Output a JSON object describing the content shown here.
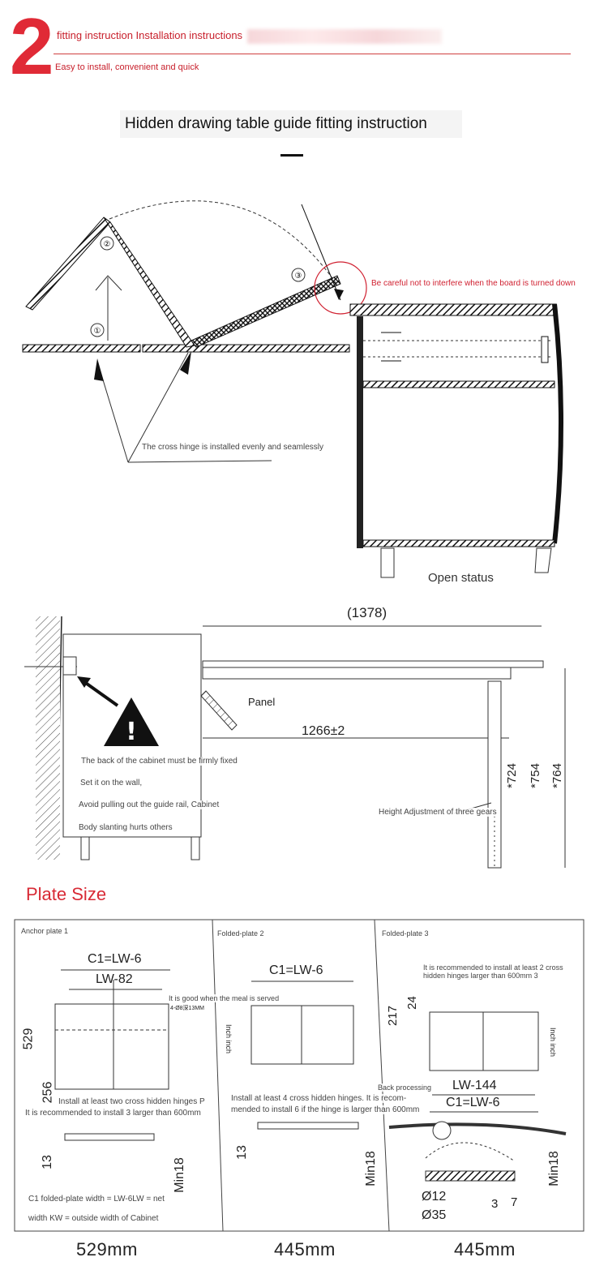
{
  "header": {
    "step_number": "2",
    "title": "fitting instruction Installation instructions",
    "subtitle": "Easy to install, convenient and quick"
  },
  "main_title": "Hidden drawing table guide fitting instruction",
  "diagram1": {
    "step_labels": [
      "①",
      "②",
      "③"
    ],
    "warning_note": "Be careful not to interfere when the board is turned down",
    "hinge_note": "The cross hinge is installed evenly and seamlessly",
    "status_label": "Open status"
  },
  "diagram2": {
    "dim_total": "(1378)",
    "dim_inner": "1266±2",
    "dim_heights": [
      "*724",
      "*754",
      "*764"
    ],
    "panel_label": "Panel",
    "notes": [
      "The back of the cabinet must be firmly fixed",
      "Set it on the wall,",
      "Avoid pulling out the guide rail, Cabinet",
      "Body slanting hurts others"
    ],
    "height_note": "Height Adjustment of three gears"
  },
  "plate_size": {
    "title": "Plate Size",
    "panels": [
      {
        "name": "Anchor plate 1",
        "dim_c1": "C1=LW-6",
        "dim_lw": "LW-82",
        "dim_h1": "529",
        "dim_h2": "256",
        "dim_t": "13",
        "dim_min": "Min18",
        "note_meal": "It is good when the meal is served",
        "note_small": "4-Ø8深13MM",
        "note_hinges": "Install at least two cross hidden hinges P",
        "note_recommend": "It is recommended to install 3 larger than 600mm",
        "footer_1": "C1 folded-plate width = LW-6LW = net",
        "footer_2": "width KW = outside width of Cabinet",
        "size": "529mm"
      },
      {
        "name": "Folded-plate 2",
        "dim_c1": "C1=LW-6",
        "inch_label": "Inch inch",
        "dim_t": "13",
        "dim_min": "Min18",
        "note_hinges": "Install at least 4 cross hidden hinges. It is recom-",
        "note_recommend": "mended to install 6 if the hinge is larger than 600mm",
        "size": "445mm"
      },
      {
        "name": "Folded-plate 3",
        "note_recommend": "It is recommended to install at least 2 cross hidden hinges larger than 600mm 3",
        "dim_217": "217",
        "dim_24": "24",
        "inch_label": "Inch inch",
        "back_processing": "Back processing",
        "dim_lw": "LW-144",
        "dim_c1": "C1=LW-6",
        "dim_min": "Min18",
        "dim_d12": "Ø12",
        "dim_d35": "Ø35",
        "dim_3": "3",
        "dim_7": "7",
        "size": "445mm"
      }
    ]
  }
}
